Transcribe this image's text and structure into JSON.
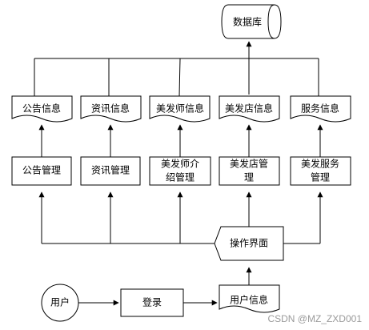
{
  "diagram": {
    "database": "数据库",
    "info_docs": [
      "公告信息",
      "资讯信息",
      "美发师信息",
      "美发店信息",
      "服务信息"
    ],
    "mgmt_boxes": [
      [
        "公告管理"
      ],
      [
        "资讯管理"
      ],
      [
        "美发师介",
        "绍管理"
      ],
      [
        "美发店管",
        "理"
      ],
      [
        "美发服务",
        "管理"
      ]
    ],
    "ops_interface": "操作界面",
    "user": "用户",
    "login": "登录",
    "user_info": "用户信息"
  },
  "watermark": "CSDN @MZ_ZXD001"
}
